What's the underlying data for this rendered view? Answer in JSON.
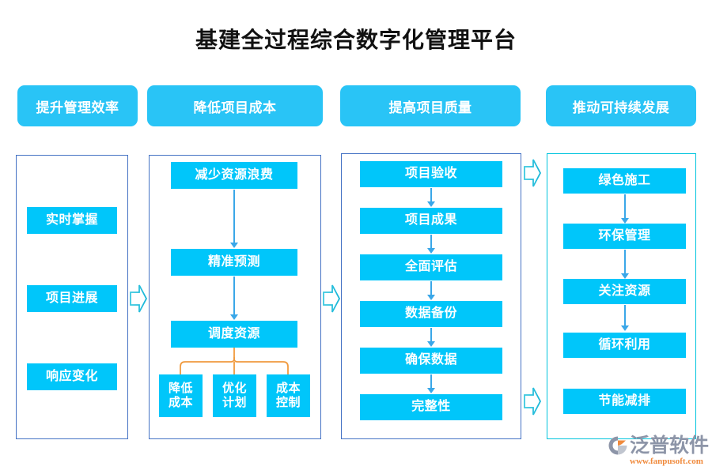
{
  "page": {
    "title": "基建全过程综合数字化管理平台",
    "background_color": "#ffffff",
    "accent_cyan": "#00c6fa",
    "accent_header_cyan": "#29c4f6",
    "frame_blue": "#4472c4",
    "frame_cyan": "#00c4dd",
    "arrow_blue": "#3aa7e8",
    "bracket_orange": "#f09a3e",
    "title_color": "#111111"
  },
  "headers": [
    {
      "label": "提升管理效率"
    },
    {
      "label": "降低项目成本"
    },
    {
      "label": "提高项目质量"
    },
    {
      "label": "推动可持续发展"
    }
  ],
  "columns": [
    {
      "name": "column-efficiency",
      "frame_color": "#4472c4",
      "nodes": [
        {
          "label": "实时掌握"
        },
        {
          "label": "项目进展"
        },
        {
          "label": "响应变化"
        }
      ],
      "sub_nodes": []
    },
    {
      "name": "column-cost",
      "frame_color": "#4472c4",
      "nodes": [
        {
          "label": "减少资源浪费"
        },
        {
          "label": "精准预测"
        },
        {
          "label": "调度资源"
        }
      ],
      "sub_nodes": [
        {
          "line1": "降低",
          "line2": "成本"
        },
        {
          "line1": "优化",
          "line2": "计划"
        },
        {
          "line1": "成本",
          "line2": "控制"
        }
      ]
    },
    {
      "name": "column-quality",
      "frame_color": "#4472c4",
      "nodes": [
        {
          "label": "项目验收"
        },
        {
          "label": "项目成果"
        },
        {
          "label": "全面评估"
        },
        {
          "label": "数据备份"
        },
        {
          "label": "确保数据"
        },
        {
          "label": "完整性"
        }
      ],
      "sub_nodes": []
    },
    {
      "name": "column-sustainability",
      "frame_color": "#00c4dd",
      "nodes": [
        {
          "label": "绿色施工"
        },
        {
          "label": "环保管理"
        },
        {
          "label": "关注资源"
        },
        {
          "label": "循环利用"
        },
        {
          "label": "节能减排"
        }
      ],
      "sub_nodes": []
    }
  ],
  "flow_arrows": {
    "between_columns": [
      {
        "from": "column-efficiency",
        "to": "column-cost"
      },
      {
        "from": "column-cost",
        "to": "column-quality"
      },
      {
        "from": "column-quality",
        "to": "column-sustainability",
        "position": "top"
      },
      {
        "from": "column-quality",
        "to": "column-sustainability",
        "position": "bottom"
      }
    ]
  },
  "logo": {
    "name": "泛普软件",
    "url": "www.fanpusoft.com",
    "mark_color": "#8d95a8",
    "mark_accent": "#f08a3c"
  }
}
